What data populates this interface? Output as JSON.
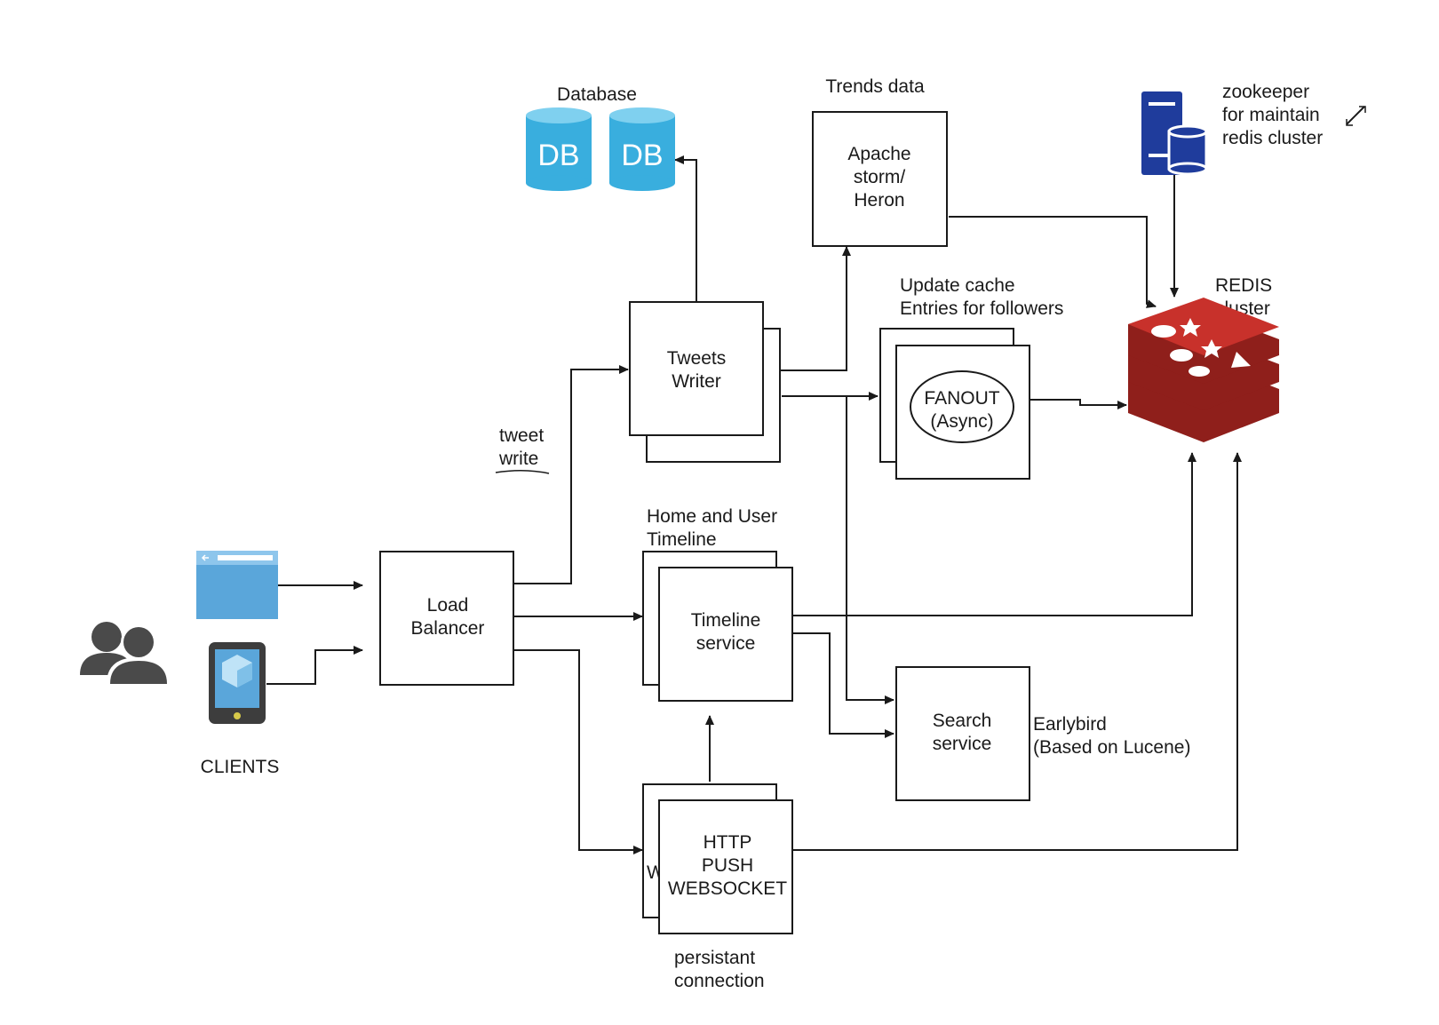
{
  "colors": {
    "db": "#39aede",
    "db_top": "#7fd0ef",
    "redis": "#c8312b",
    "redis_dark": "#8f1f1b",
    "zookeeper": "#1f3c9c",
    "users": "#4a4a4a",
    "browser": "#5aa6da",
    "phone": "#3d3d3d"
  },
  "icons": {
    "users": "users-icon",
    "browser": "browser-window-icon",
    "mobile": "mobile-app-icon",
    "database": "database-icon",
    "redis": "redis-icon",
    "zookeeper": "server-database-icon",
    "expand": "expand-icon"
  },
  "labels": {
    "database": "Database",
    "db_a": "DB",
    "db_b": "DB",
    "trends_data": "Trends data",
    "apache": [
      "Apache",
      "storm/",
      "Heron"
    ],
    "zookeeper": [
      "zookeeper",
      "for  maintain",
      "redis cluster"
    ],
    "redis": [
      "REDIS",
      "cluster"
    ],
    "update_cache": [
      "Update cache",
      "Entries for followers"
    ],
    "tweets_writer": [
      "Tweets",
      "Writer"
    ],
    "fanout": [
      "FANOUT",
      "(Async)"
    ],
    "tweet_write": [
      "tweet",
      "write"
    ],
    "home_user_timeline": [
      "Home and User",
      "Timeline"
    ],
    "load_balancer": [
      "Load",
      "Balancer"
    ],
    "timeline_service": [
      "Timeline",
      "service"
    ],
    "search_service": [
      "Search",
      "service"
    ],
    "earlybird": [
      "Earlybird",
      "(Based on Lucene)"
    ],
    "clients": "CLIENTS",
    "http_push": [
      "HTTP",
      "PUSH",
      "WEBSOCKET"
    ],
    "back_card_letter": "W",
    "persistent": [
      "persistant",
      "connection"
    ]
  }
}
